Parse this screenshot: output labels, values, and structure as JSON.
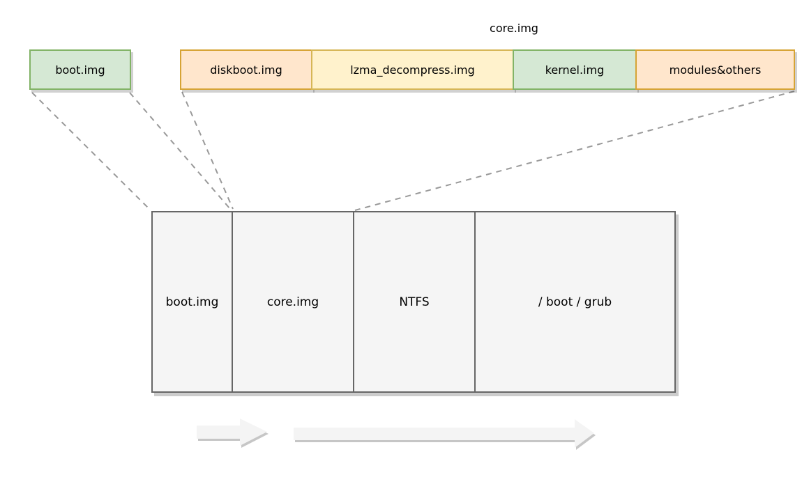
{
  "boot_box": {
    "label": "boot.img",
    "palette": "green"
  },
  "core_bar": {
    "title": "core.img",
    "segments": [
      {
        "label": "diskboot.img",
        "palette": "orange"
      },
      {
        "label": "lzma_decompress.img",
        "palette": "yellow"
      },
      {
        "label": "kernel.img",
        "palette": "green"
      },
      {
        "label": "modules&others",
        "palette": "orange"
      }
    ]
  },
  "disk_bar": {
    "palette": "disk",
    "sections": [
      {
        "label": "boot.img"
      },
      {
        "label": "core.img"
      },
      {
        "label": "NTFS"
      },
      {
        "label": "/ boot / grub"
      }
    ]
  },
  "icons": {
    "flow_arrow_short": "arrow-right",
    "flow_arrow_long": "arrow-right",
    "connector_style": "dashed-line"
  },
  "colors": {
    "green": {
      "bg": "#d5e8d4",
      "border": "#82b366"
    },
    "orange": {
      "bg": "#ffe6cc",
      "border": "#d6a334"
    },
    "yellow": {
      "bg": "#fff2cc",
      "border": "#d6b656"
    },
    "disk": {
      "bg": "#f5f5f5",
      "border": "#666666"
    },
    "connector": {
      "stroke": "#999999"
    },
    "arrow": {
      "bg": "#f4f4f4",
      "shadow": "#c6c6c6"
    }
  }
}
